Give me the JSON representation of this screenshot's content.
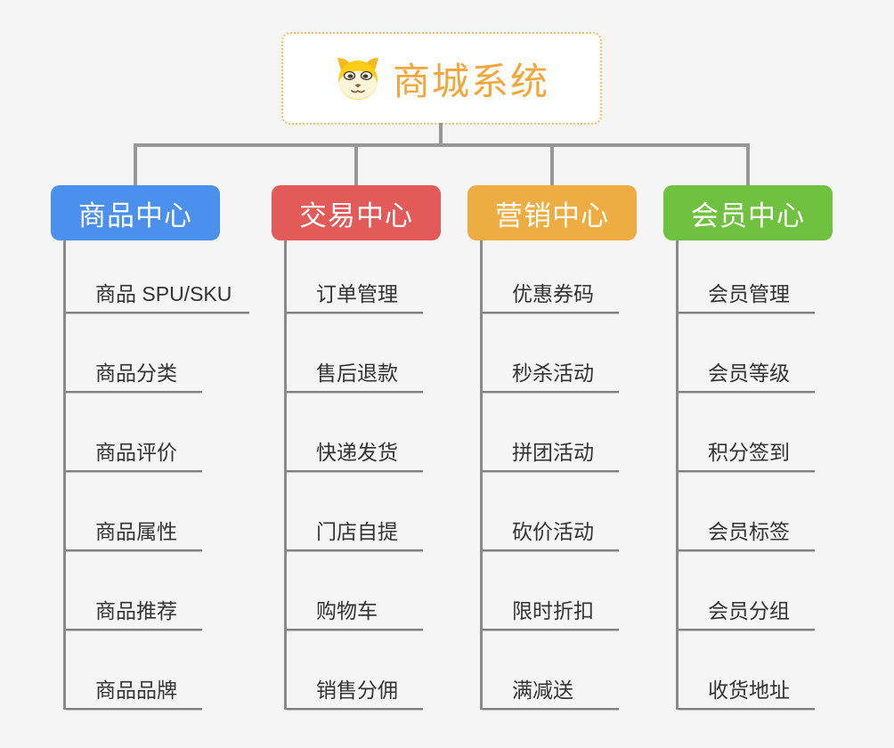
{
  "root": {
    "title": "商城系统",
    "icon": "dog-face-icon",
    "accent_color": "#F2A63B",
    "border_color": "#F5BE62"
  },
  "branches": [
    {
      "label": "商品中心",
      "color": "#4A90EC",
      "children": [
        "商品 SPU/SKU",
        "商品分类",
        "商品评价",
        "商品属性",
        "商品推荐",
        "商品品牌"
      ]
    },
    {
      "label": "交易中心",
      "color": "#E25B58",
      "children": [
        "订单管理",
        "售后退款",
        "快递发货",
        "门店自提",
        "购物车",
        "销售分佣"
      ]
    },
    {
      "label": "营销中心",
      "color": "#EDAD42",
      "children": [
        "优惠券码",
        "秒杀活动",
        "拼团活动",
        "砍价活动",
        "限时折扣",
        "满减送"
      ]
    },
    {
      "label": "会员中心",
      "color": "#6FC13F",
      "children": [
        "会员管理",
        "会员等级",
        "积分签到",
        "会员标签",
        "会员分组",
        "收货地址"
      ]
    }
  ],
  "colors": {
    "background": "#F5F5F5",
    "connector": "#979797",
    "child_underline": "#808080",
    "child_text": "#333333"
  }
}
